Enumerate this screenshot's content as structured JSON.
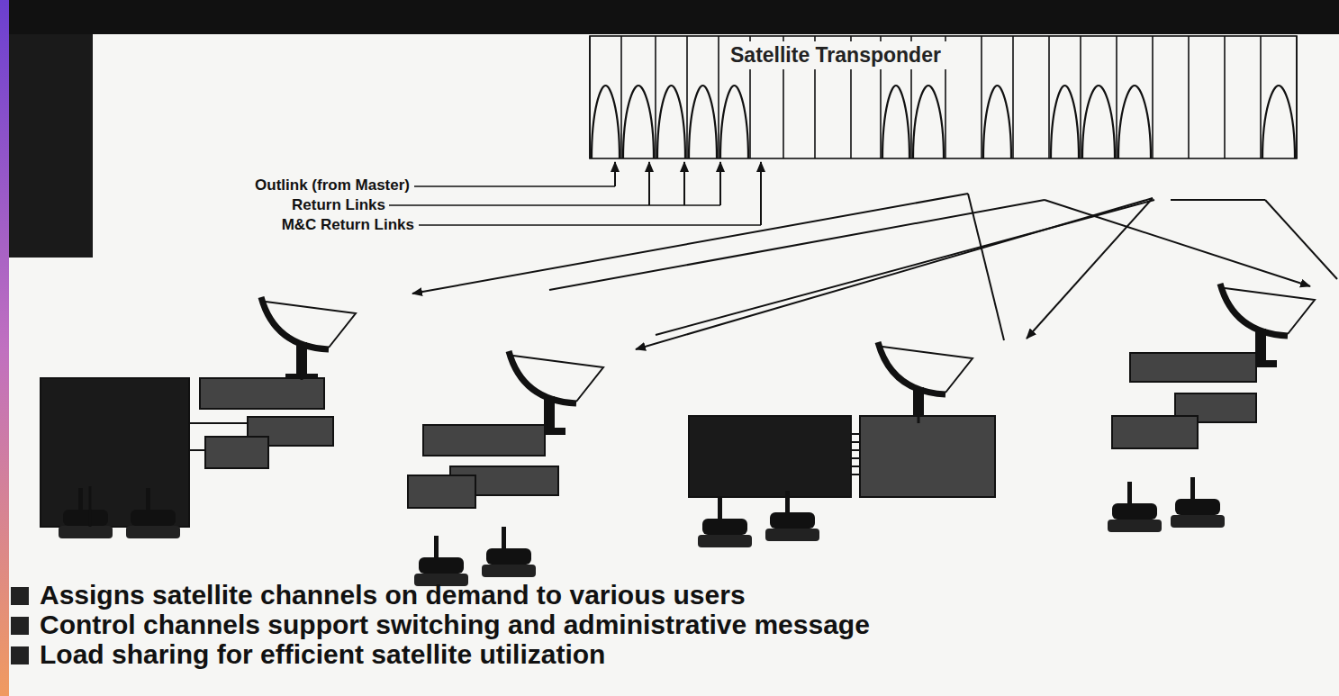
{
  "diagram": {
    "nodes": [
      {
        "text": [
          "Satellite Transponder"
        ]
      }
    ],
    "labels": [
      "Outlink (from Master)",
      "Return Links",
      "M&C Return Links",
      "Assigns satellite channels on demand to various users",
      "Control channels support switching and administrative message",
      "Load sharing for efficient satellite utilization"
    ]
  }
}
